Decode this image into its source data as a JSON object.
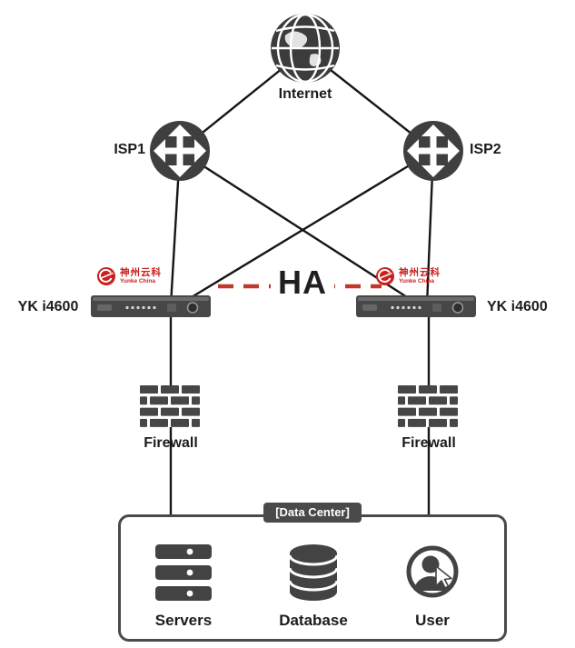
{
  "diagram": {
    "nodes": {
      "internet": {
        "label": "Internet"
      },
      "isp1": {
        "label": "ISP1"
      },
      "isp2": {
        "label": "ISP2"
      },
      "adc_left": {
        "label": "YK i4600",
        "vendor_cn": "神州云科",
        "vendor_en": "Yunke China"
      },
      "adc_right": {
        "label": "YK i4600",
        "vendor_cn": "神州云科",
        "vendor_en": "Yunke China"
      },
      "ha_link": {
        "label": "HA"
      },
      "firewall_left": {
        "label": "Firewall"
      },
      "firewall_right": {
        "label": "Firewall"
      },
      "datacenter": {
        "label": "[Data Center]"
      },
      "servers": {
        "label": "Servers"
      },
      "database": {
        "label": "Database"
      },
      "user": {
        "label": "User"
      }
    },
    "edges": [
      {
        "from": "internet",
        "to": "isp1",
        "style": "solid"
      },
      {
        "from": "internet",
        "to": "isp2",
        "style": "solid"
      },
      {
        "from": "isp1",
        "to": "adc_left",
        "style": "solid"
      },
      {
        "from": "isp1",
        "to": "adc_right",
        "style": "solid"
      },
      {
        "from": "isp2",
        "to": "adc_left",
        "style": "solid"
      },
      {
        "from": "isp2",
        "to": "adc_right",
        "style": "solid"
      },
      {
        "from": "adc_left",
        "to": "adc_right",
        "style": "dashed-red",
        "label": "HA"
      },
      {
        "from": "adc_left",
        "to": "firewall_left",
        "style": "solid"
      },
      {
        "from": "adc_right",
        "to": "firewall_right",
        "style": "solid"
      },
      {
        "from": "firewall_left",
        "to": "datacenter",
        "style": "solid"
      },
      {
        "from": "firewall_right",
        "to": "datacenter",
        "style": "solid"
      }
    ],
    "colors": {
      "icon_gray": "#3f3f3f",
      "line_black": "#161616",
      "ha_red": "#c0392b",
      "logo_red": "#c8201e"
    }
  }
}
